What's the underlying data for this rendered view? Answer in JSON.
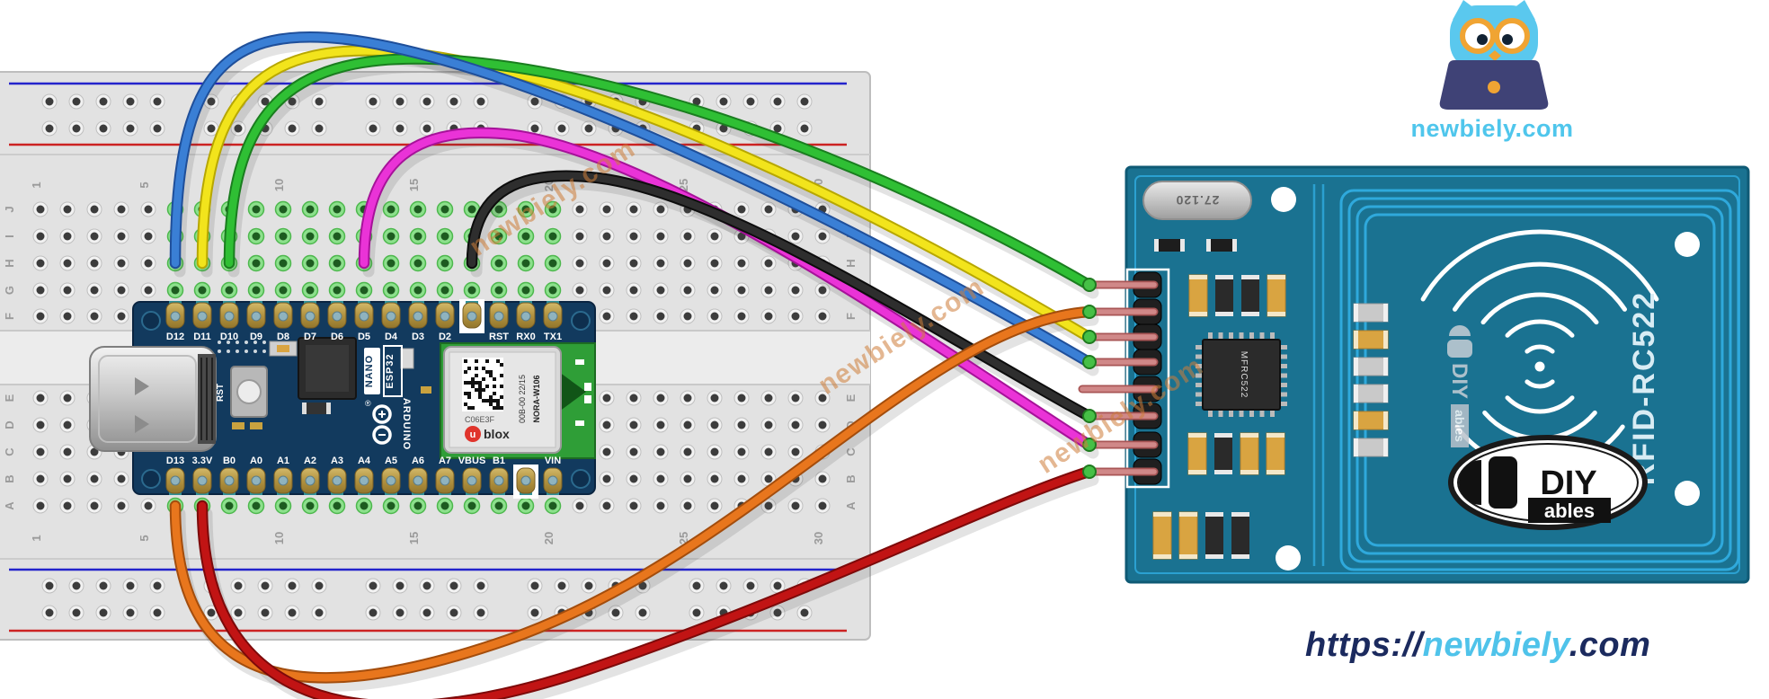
{
  "site": {
    "logo_text": "newbiely.com",
    "watermark": "newbiely.com",
    "footer_url": {
      "prefix": "https://",
      "domain": "newbiely",
      "tld": ".com"
    }
  },
  "breadboard": {
    "column_numbers": [
      "1",
      "5",
      "10",
      "15",
      "20",
      "25",
      "30"
    ],
    "number_columns": [
      1,
      5,
      10,
      15,
      20,
      25,
      30
    ],
    "row_letters": [
      "J",
      "I",
      "H",
      "G",
      "F",
      "E",
      "D",
      "C",
      "B",
      "A"
    ]
  },
  "arduino": {
    "board_name_1": "NANO",
    "board_name_2": "ESP32",
    "brand": "ARDUINO",
    "registered_mark": "®",
    "reset_label": "RST",
    "top_pin_labels": [
      "D12",
      "D11",
      "D10",
      "D9",
      "D8",
      "D7",
      "D6",
      "D5",
      "D4",
      "D3",
      "D2",
      "",
      "RST",
      "RX0",
      "TX1"
    ],
    "bottom_pin_labels": [
      "D13",
      "3.3V",
      "B0",
      "A0",
      "A1",
      "A2",
      "A3",
      "A4",
      "A5",
      "A6",
      "A7",
      "VBUS",
      "B1",
      "",
      "VIN"
    ],
    "radio_module": {
      "code": "C06E3F",
      "brand_u": "u",
      "brand_blox": "blox",
      "line_a": "00B-00 22/15",
      "line_b": "NORA-W106"
    }
  },
  "rfid": {
    "board_name": "RFID-RC522",
    "chip_label": "MFRC522",
    "crystal_label": "27.120",
    "badge": {
      "diy": "DIY",
      "ables": "ables"
    },
    "silk_logo": {
      "diy": "DIY",
      "ables": "ables"
    },
    "pin_count": 8
  },
  "wires": [
    {
      "id": "green",
      "color": "#2fbf34",
      "outline": "#1a7d1f",
      "arduino_pin": "D10",
      "rfid_pin_index": 1
    },
    {
      "id": "orange",
      "color": "#e8761d",
      "outline": "#a34d0d",
      "arduino_pin": "D13",
      "rfid_pin_index": 2
    },
    {
      "id": "yellow",
      "color": "#f2e41c",
      "outline": "#b7a700",
      "arduino_pin": "D11",
      "rfid_pin_index": 3
    },
    {
      "id": "blue",
      "color": "#3a7fd5",
      "outline": "#1f4f9a",
      "arduino_pin": "D12",
      "rfid_pin_index": 4
    },
    {
      "id": "black",
      "color": "#2e2e2e",
      "outline": "#0d0d0d",
      "arduino_pin": "",
      "rfid_pin_index": 6
    },
    {
      "id": "magenta",
      "color": "#ea33d7",
      "outline": "#a61299",
      "arduino_pin": "D5",
      "rfid_pin_index": 7
    },
    {
      "id": "red",
      "color": "#c11414",
      "outline": "#7d0a0a",
      "arduino_pin": "3.3V",
      "rfid_pin_index": 8
    }
  ],
  "colors": {
    "arduino_pcb": "#123a5e",
    "rfid_pcb": "#1a7291",
    "rfid_trace": "#2fa9dc",
    "breadboard": "#e2e2e2",
    "rail_red": "#cc2222",
    "rail_blue": "#2424cc",
    "highlight_green": "#7edc7e",
    "logo_cyan": "#4fc6ec",
    "logo_navy": "#1b2a5e",
    "watermark": "#ce7e3a"
  }
}
